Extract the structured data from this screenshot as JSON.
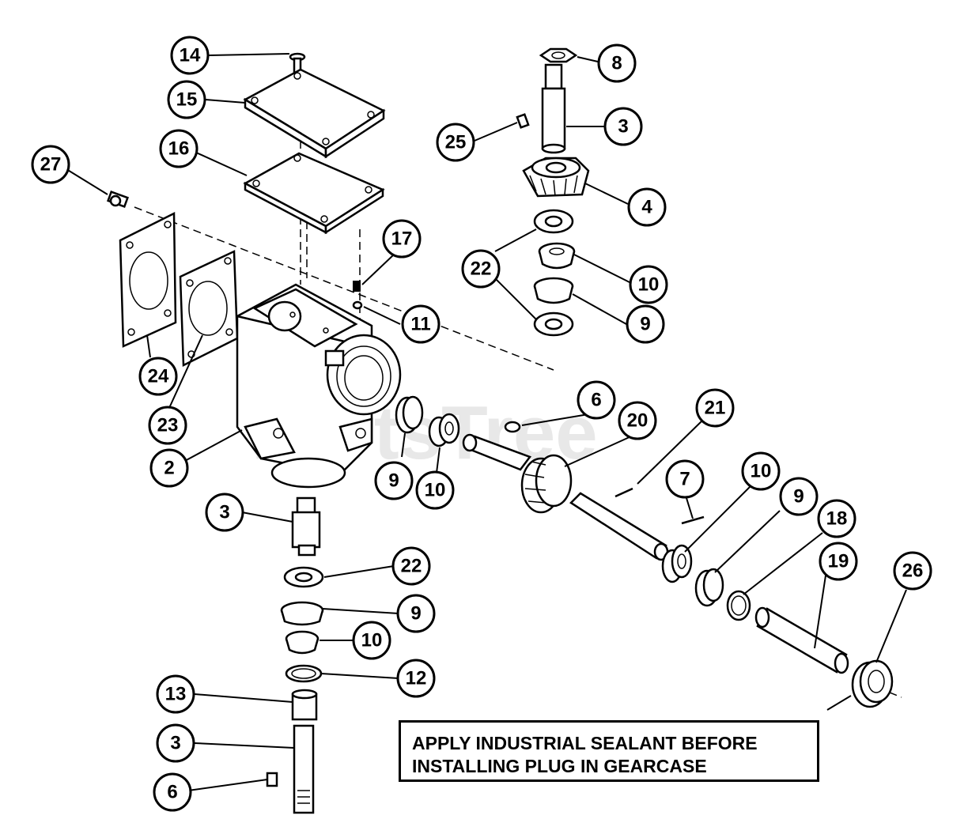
{
  "watermark": "PartsTree",
  "note": {
    "line1": "APPLY INDUSTRIAL SEALANT BEFORE",
    "line2": "INSTALLING PLUG IN GEARCASE"
  },
  "callouts": [
    "14",
    "15",
    "16",
    "27",
    "17",
    "11",
    "24",
    "23",
    "2",
    "8",
    "25",
    "3",
    "4",
    "22",
    "10",
    "9",
    "6",
    "20",
    "21",
    "9",
    "10",
    "7",
    "10",
    "9",
    "18",
    "19",
    "26",
    "3",
    "22",
    "9",
    "10",
    "12",
    "13",
    "3",
    "6"
  ]
}
